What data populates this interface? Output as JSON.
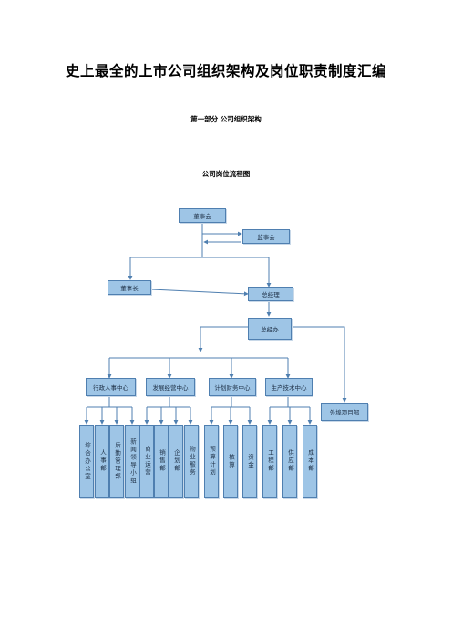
{
  "document": {
    "title": "史上最全的上市公司组织架构及岗位职责制度汇编",
    "part_heading": "第一部分   公司组织架构",
    "chart_heading": "公司岗位流程图"
  },
  "org": {
    "board": "董事会",
    "supervisors": "监事会",
    "chairman": "董事长",
    "general_manager": "总经理",
    "gm_office": "总经办",
    "centers": {
      "admin_hr": "行政人事中心",
      "development": "发展经营中心",
      "planning_finance": "计划财务中心",
      "production_tech": "生产技术中心",
      "external_projects": "外埠项目部"
    },
    "departments": {
      "general_office": "综合办公室",
      "hr_dept": "人事部",
      "logistics": "后勤管理部",
      "recruitment": "新闻领导小组",
      "business_operations": "商业运营",
      "sales": "销售部",
      "planning": "企划部",
      "property": "物业服务",
      "budget_plan": "预算计划",
      "accounting": "核算",
      "treasury": "资金",
      "engineering": "工程部",
      "supply": "供应部",
      "cost": "成本部"
    }
  }
}
